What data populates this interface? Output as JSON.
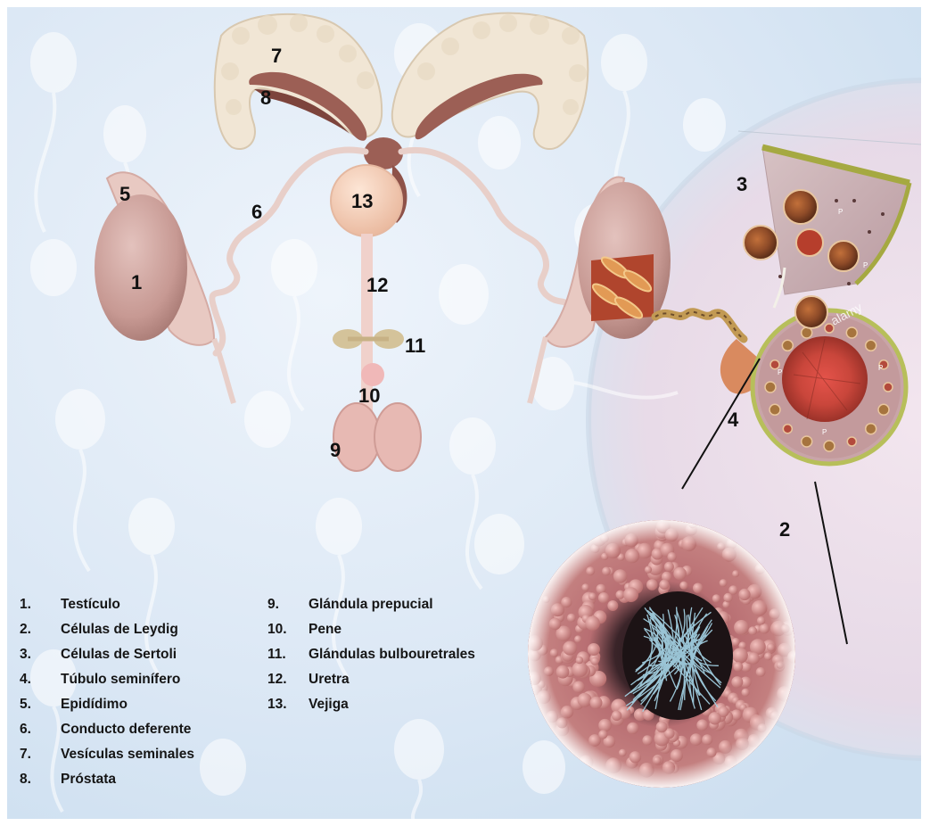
{
  "callouts": [
    "1",
    "2",
    "3",
    "4",
    "5",
    "6",
    "7",
    "8",
    "9",
    "10",
    "11",
    "12",
    "13"
  ],
  "legend": {
    "left": [
      {
        "n": "1.",
        "t": "Testículo"
      },
      {
        "n": "2.",
        "t": "Células de Leydig"
      },
      {
        "n": "3.",
        "t": "Células de Sertoli"
      },
      {
        "n": "4.",
        "t": "Túbulo seminífero"
      },
      {
        "n": "5.",
        "t": "Epidídimo"
      },
      {
        "n": "6.",
        "t": "Conducto deferente"
      },
      {
        "n": "7.",
        "t": "Vesículas seminales"
      },
      {
        "n": "8.",
        "t": "Próstata"
      }
    ],
    "right": [
      {
        "n": "9.",
        "t": "Glándula prepucial"
      },
      {
        "n": "10.",
        "t": "Pene"
      },
      {
        "n": "11.",
        "t": "Glándulas bulbouretrales"
      },
      {
        "n": "12.",
        "t": "Uretra"
      },
      {
        "n": "13.",
        "t": "Vejiga"
      }
    ]
  },
  "section_labels": [
    "P",
    "P",
    "P",
    "P",
    "P"
  ],
  "watermark": "alamy",
  "colors": {
    "background": "#dfeaf6",
    "tissue_pink": "#d9b3ad",
    "seminal_vesicle": "#f2e7d6",
    "prostate": "#9c5f55",
    "bladder": "#f3cdb5",
    "tubule_wall": "#b9838a",
    "tubule_cells": "#c98a8a",
    "sperm_tails": "#a8d8ea",
    "capsule": "#9aa44a"
  }
}
